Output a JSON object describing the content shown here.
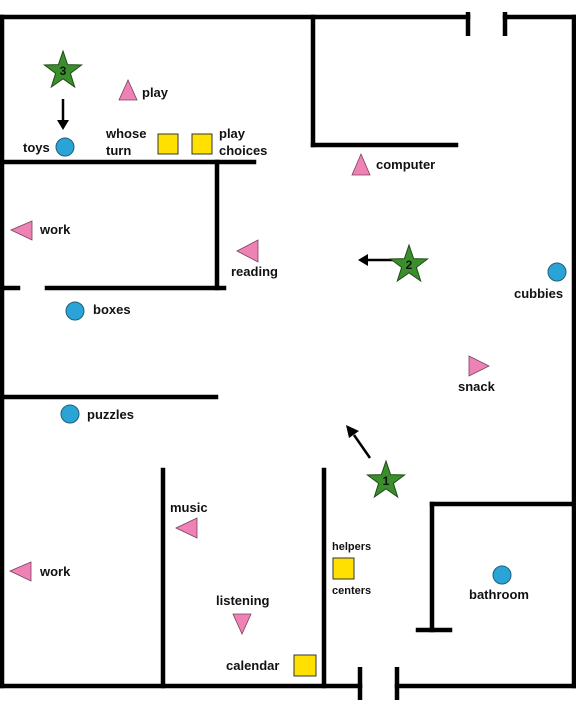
{
  "labels": {
    "play": "play",
    "toys": "toys",
    "whose_turn_1": "whose",
    "whose_turn_2": "turn",
    "play_choices_1": "play",
    "play_choices_2": "choices",
    "computer": "computer",
    "work_top": "work",
    "reading": "reading",
    "boxes": "boxes",
    "cubbies": "cubbies",
    "snack": "snack",
    "puzzles": "puzzles",
    "music": "music",
    "work_bottom": "work",
    "helpers": "helpers",
    "centers": "centers",
    "listening": "listening",
    "calendar": "calendar",
    "bathroom": "bathroom"
  },
  "stars": {
    "star_1": "1",
    "star_2": "2",
    "star_3": "3"
  },
  "colors": {
    "triangle": "#ee82b4",
    "square": "#ffe000",
    "circle": "#2aa4d6",
    "star": "#3a8f2c"
  }
}
